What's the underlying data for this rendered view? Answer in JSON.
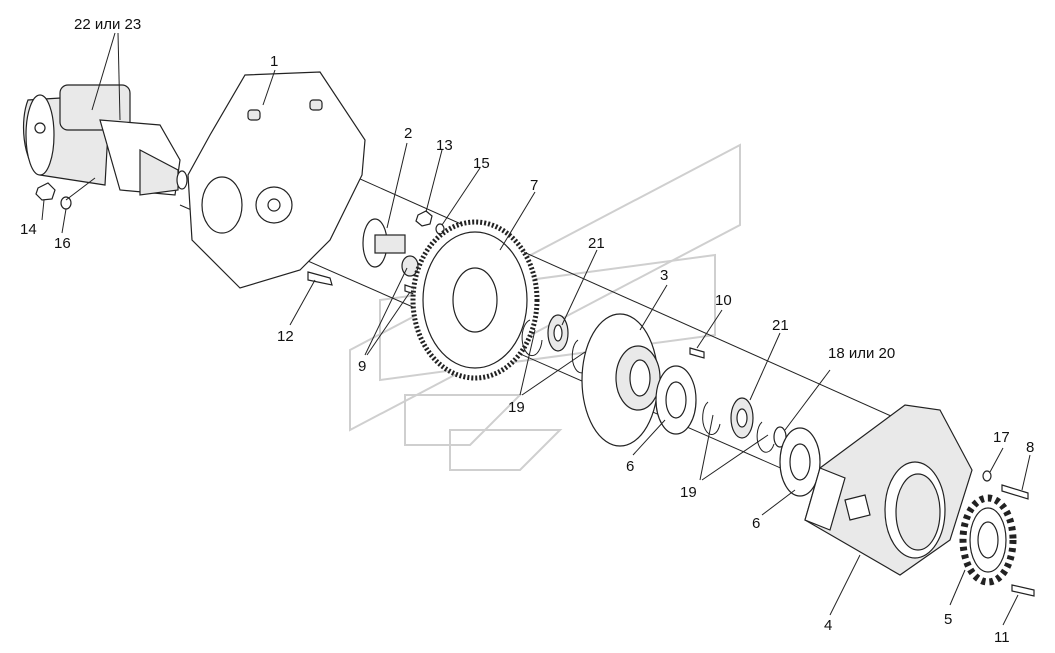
{
  "diagram": {
    "callouts": [
      {
        "id": "c1",
        "text": "1"
      },
      {
        "id": "c2",
        "text": "2"
      },
      {
        "id": "c3",
        "text": "3"
      },
      {
        "id": "c4",
        "text": "4"
      },
      {
        "id": "c5",
        "text": "5"
      },
      {
        "id": "c6a",
        "text": "6"
      },
      {
        "id": "c6b",
        "text": "6"
      },
      {
        "id": "c7",
        "text": "7"
      },
      {
        "id": "c8",
        "text": "8"
      },
      {
        "id": "c9",
        "text": "9"
      },
      {
        "id": "c10",
        "text": "10"
      },
      {
        "id": "c11",
        "text": "11"
      },
      {
        "id": "c12",
        "text": "12"
      },
      {
        "id": "c13",
        "text": "13"
      },
      {
        "id": "c14",
        "text": "14"
      },
      {
        "id": "c15",
        "text": "15"
      },
      {
        "id": "c16",
        "text": "16"
      },
      {
        "id": "c17",
        "text": "17"
      },
      {
        "id": "c18",
        "text": "18 или 20"
      },
      {
        "id": "c19a",
        "text": "19"
      },
      {
        "id": "c19b",
        "text": "19"
      },
      {
        "id": "c21a",
        "text": "21"
      },
      {
        "id": "c21b",
        "text": "21"
      },
      {
        "id": "c22",
        "text": "22 или 23"
      }
    ]
  }
}
